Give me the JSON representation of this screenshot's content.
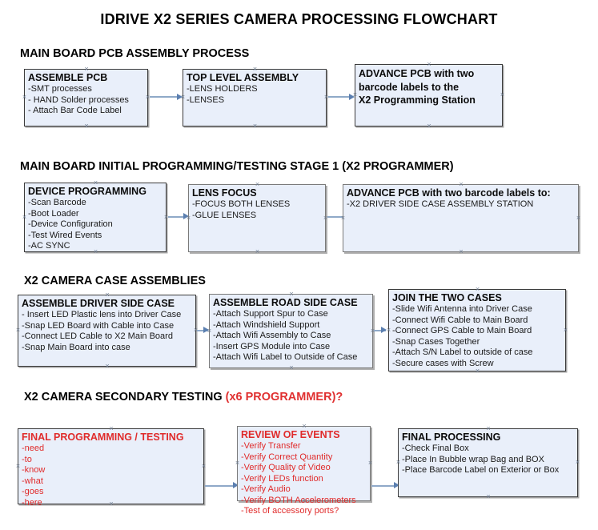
{
  "document": {
    "title": "IDRIVE X2  SERIES CAMERA PROCESSING FLOWCHART"
  },
  "colors": {
    "box_fill": "#e9effa",
    "box_border": "#3b3b3b",
    "connector": "#8fa9c8",
    "red_text": "#e02b2b",
    "black_text": "#000000"
  },
  "sections": [
    {
      "heading": "MAIN BOARD PCB ASSEMBLY PROCESS",
      "heading_red": "",
      "nodes": [
        {
          "title": "ASSEMBLE PCB",
          "lines": [
            "-SMT processes",
            "- HAND Solder processes",
            "- Attach Bar Code Label"
          ]
        },
        {
          "title": "TOP LEVEL ASSEMBLY",
          "lines": [
            "-LENS HOLDERS",
            "-LENSES"
          ]
        },
        {
          "title": "ADVANCE PCB with two",
          "lines": [
            "barcode labels to the",
            " X2 Programming Station"
          ]
        }
      ]
    },
    {
      "heading": "MAIN BOARD INITIAL PROGRAMMING/TESTING STAGE 1 (X2 PROGRAMMER)",
      "heading_red": "",
      "nodes": [
        {
          "title": "DEVICE PROGRAMMING",
          "lines": [
            "-Scan Barcode",
            "-Boot Loader",
            "-Device Configuration",
            "-Test Wired Events",
            "-AC SYNC"
          ]
        },
        {
          "title": "LENS FOCUS",
          "lines": [
            "-FOCUS BOTH LENSES",
            "-GLUE LENSES"
          ]
        },
        {
          "title": "ADVANCE PCB with two barcode labels to:",
          "lines": [
            "-X2 DRIVER  SIDE  CASE  ASSEMBLY STATION"
          ]
        }
      ]
    },
    {
      "heading": "X2 CAMERA CASE ASSEMBLIES",
      "heading_red": "",
      "nodes": [
        {
          "title": "ASSEMBLE DRIVER SIDE CASE",
          "lines": [
            "- Insert LED Plastic lens into Driver Case",
            "-Snap LED Board with Cable into Case",
            "-Connect LED Cable to X2 Main Board",
            "-Snap Main Board into case"
          ]
        },
        {
          "title": "ASSEMBLE ROAD SIDE CASE",
          "lines": [
            "-Attach Support Spur to Case",
            "-Attach Windshield Support",
            "-Attach Wifi Assembly to Case",
            "-Insert GPS Module into Case",
            "-Attach Wifi Label to Outside of Case"
          ]
        },
        {
          "title": "JOIN THE TWO CASES",
          "lines": [
            "-Slide Wifi Antenna into Driver Case",
            "-Connect Wifi Cable to Main Board",
            "-Connect GPS Cable to Main Board",
            "-Snap Cases Together",
            "-Attach S/N Label to outside of case",
            "-Secure cases with Screw"
          ]
        }
      ]
    },
    {
      "heading": "X2 CAMERA SECONDARY TESTING ",
      "heading_red": "(x6 PROGRAMMER)?",
      "nodes": [
        {
          "title": "FINAL PROGRAMMING / TESTING",
          "lines": [
            "-need",
            "-to",
            "-know",
            "-what",
            "-goes",
            "-here"
          ]
        },
        {
          "title": "REVIEW OF EVENTS",
          "lines": [
            "-Verify Transfer",
            "-Verify Correct Quantity",
            "-Verify Quality of Video",
            "-Verify LEDs function",
            "-Verify Audio",
            "-Verify BOTH Accelerometers",
            "-Test of accessory ports?"
          ]
        },
        {
          "title": "FINAL PROCESSING",
          "lines": [
            " -Check Final Box",
            "-Place In Bubble wrap Bag and BOX",
            "-Place Barcode Label on Exterior or Box"
          ]
        }
      ]
    }
  ]
}
